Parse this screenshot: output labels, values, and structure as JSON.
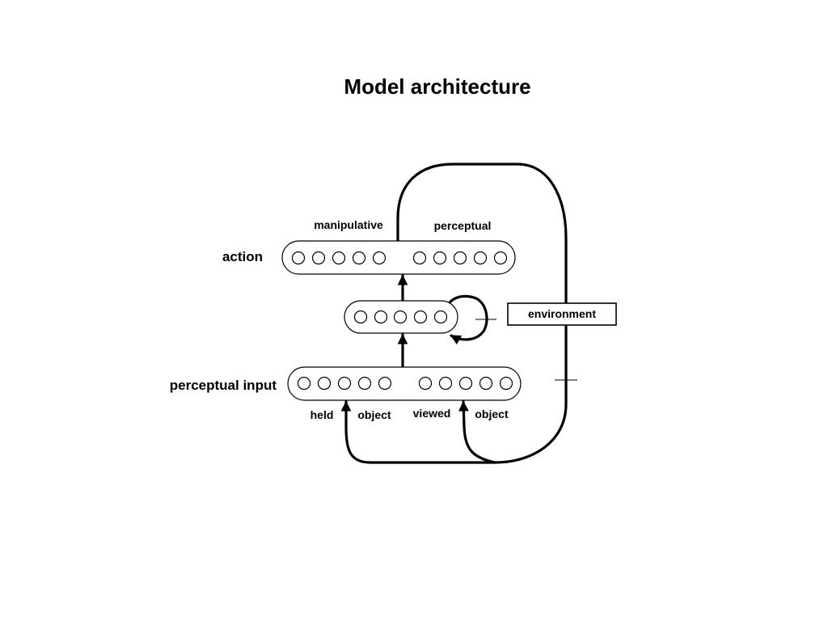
{
  "title": "Model architecture",
  "layers": {
    "action": {
      "label": "action",
      "groups": [
        {
          "label": "manipulative",
          "units": 5
        },
        {
          "label": "perceptual",
          "units": 5
        }
      ]
    },
    "hidden": {
      "units": 5,
      "recurrent": true
    },
    "perceptual_input": {
      "label": "perceptual input",
      "groups": [
        {
          "label_parts": [
            "held",
            "object"
          ],
          "units": 5
        },
        {
          "label_parts": [
            "viewed",
            "object"
          ],
          "units": 5
        }
      ]
    }
  },
  "environment": {
    "label": "environment"
  }
}
